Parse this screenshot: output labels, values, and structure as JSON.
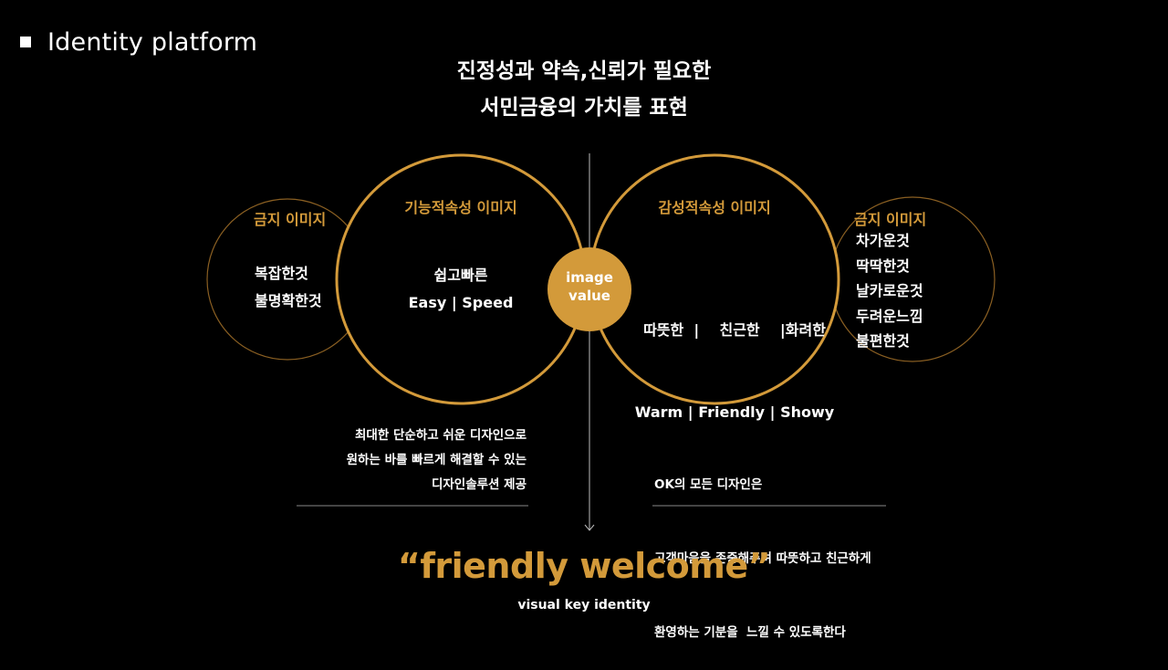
{
  "header": {
    "title": "Identity platform"
  },
  "headline": {
    "line1": "진정성과 약속,신뢰가 필요한",
    "line2": "서민금융의 가치를 표현"
  },
  "left_outer": {
    "title": "금지 이미지",
    "items": [
      "복잡한것",
      "불명확한것"
    ]
  },
  "left_main": {
    "title": "기능적속성 이미지",
    "line1": "쉽고빠른",
    "line2": "Easy | Speed"
  },
  "center": {
    "line1": "image",
    "line2": "value"
  },
  "right_main": {
    "title": "감성적속성 이미지",
    "line1": "따뜻한  |    친근한    |화려한",
    "line2": "Warm | Friendly | Showy"
  },
  "right_outer": {
    "title": "금지 이미지",
    "items": [
      "차가운것",
      "딱딱한것",
      "날카로운것",
      "두려운느낌",
      "불편한것"
    ]
  },
  "left_desc": {
    "lines": [
      "최대한 단순하고 쉬운 디자인으로",
      "원하는 바를 빠르게 해결할 수 있는",
      "디자인솔루션 제공"
    ]
  },
  "right_desc": {
    "lines": [
      "OK의 모든 디자인은",
      "고객마음을 존중해주며 따뜻하고 친근하게",
      "환영하는 기분을  느낄 수 있도록한다"
    ]
  },
  "quote": {
    "main": "“friendly welcome”",
    "sub": "visual key identity"
  },
  "colors": {
    "accent": "#d39a3a",
    "background": "#000000",
    "text": "#ffffff"
  }
}
